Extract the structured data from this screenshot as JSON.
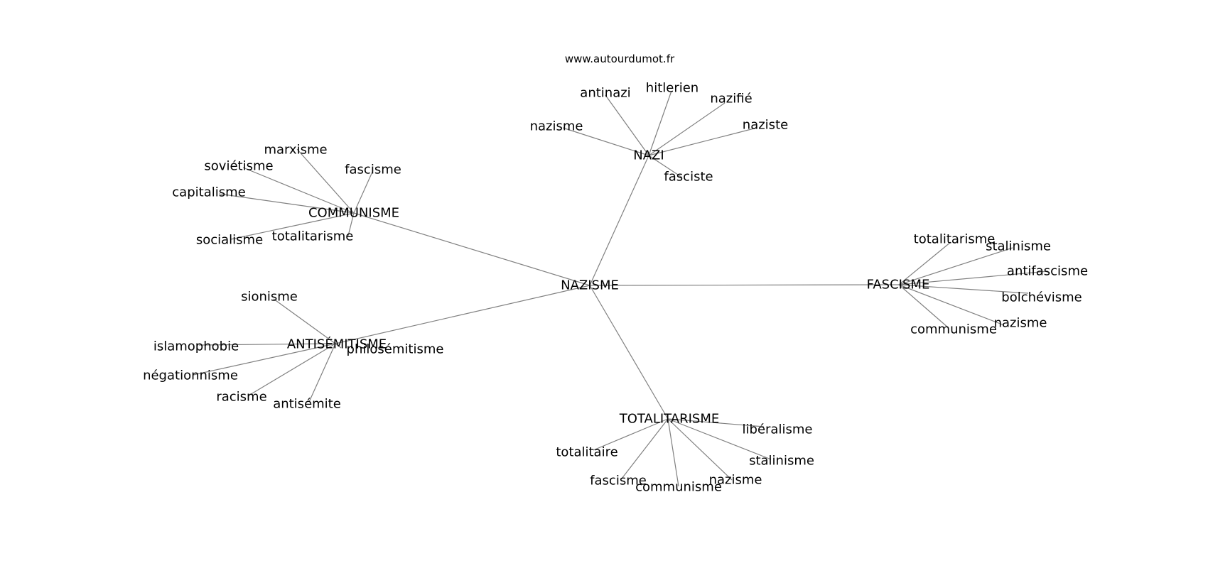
{
  "watermark": "www.autourdumot.fr",
  "colors": {
    "edge": "#808080",
    "text": "#000000",
    "background": "#ffffff"
  },
  "graph": {
    "center": "NAZISME",
    "hubs": [
      {
        "label": "NAZI",
        "leaves": [
          "antinazi",
          "hitlerien",
          "nazifié",
          "naziste",
          "nazisme",
          "fasciste"
        ]
      },
      {
        "label": "COMMUNISME",
        "leaves": [
          "marxisme",
          "soviétisme",
          "fascisme",
          "capitalisme",
          "socialisme",
          "totalitarisme"
        ]
      },
      {
        "label": "FASCISME",
        "leaves": [
          "totalitarisme",
          "stalinisme",
          "antifascisme",
          "bolchévisme",
          "nazisme",
          "communisme"
        ]
      },
      {
        "label": "ANTISÉMITISME",
        "leaves": [
          "sionisme",
          "islamophobie",
          "philosémitisme",
          "négationnisme",
          "racisme",
          "antisémite"
        ]
      },
      {
        "label": "TOTALITARISME",
        "leaves": [
          "libéralisme",
          "totalitaire",
          "stalinisme",
          "fascisme",
          "communisme",
          "nazisme"
        ]
      }
    ]
  }
}
